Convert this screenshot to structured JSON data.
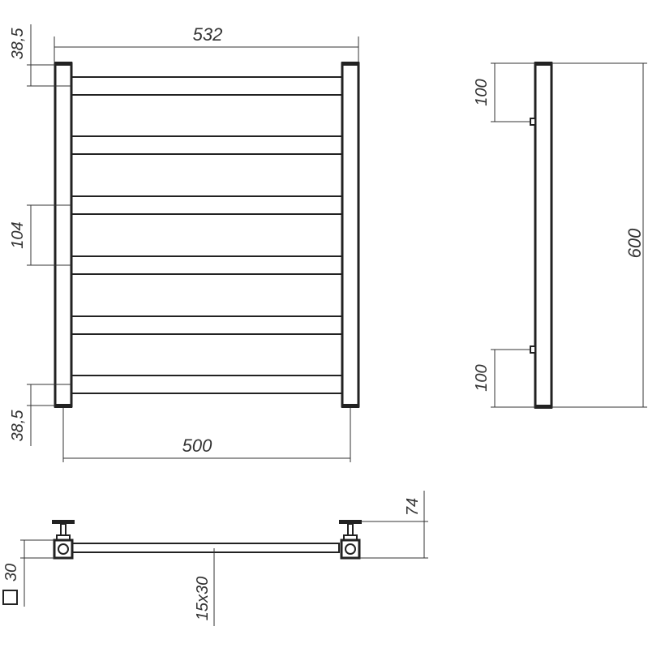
{
  "colors": {
    "stroke": "#222222",
    "dimension": "#333333",
    "background": "#ffffff"
  },
  "front_view": {
    "top_width": "532",
    "bottom_width": "500",
    "top_offset": "38,5",
    "bottom_offset": "38,5",
    "rail_spacing": "104"
  },
  "side_view": {
    "top_bracket": "100",
    "bottom_bracket": "100",
    "height": "600"
  },
  "top_view": {
    "depth": "74",
    "post_section": "30",
    "rail_section": "15x30",
    "square_symbol": "square-section-icon"
  }
}
